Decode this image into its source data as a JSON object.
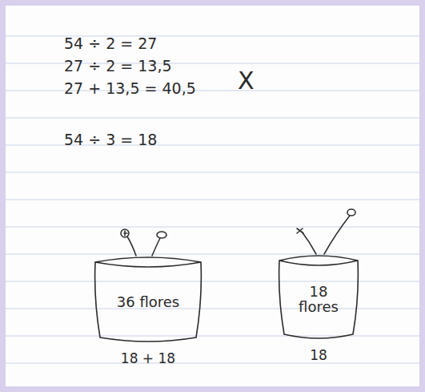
{
  "diagram": {
    "nodes": [
      {
        "text": [
          "36 flores",
          "18 + 18"
        ]
      },
      {
        "text": [
          "18 flores",
          "18"
        ]
      }
    ],
    "labels": [
      "54 ÷ 2 = 27",
      "27 ÷ 2 = 13,5",
      "27 + 13,5 = 40,5",
      "X",
      "54 ÷ 3 = 18"
    ]
  }
}
